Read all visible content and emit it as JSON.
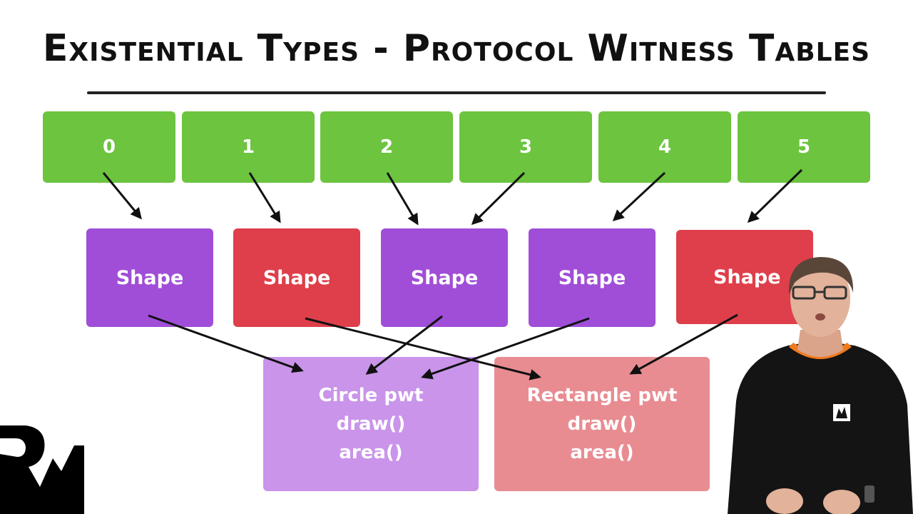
{
  "title": "Existential Types - Protocol Witness Tables",
  "slots": [
    {
      "label": "0"
    },
    {
      "label": "1"
    },
    {
      "label": "2"
    },
    {
      "label": "3"
    },
    {
      "label": "4"
    },
    {
      "label": "5"
    }
  ],
  "shapes": [
    {
      "label": "Shape",
      "color": "#a04ed8"
    },
    {
      "label": "Shape",
      "color": "#de3f4a"
    },
    {
      "label": "Shape",
      "color": "#a04ed8"
    },
    {
      "label": "Shape",
      "color": "#a04ed8"
    },
    {
      "label": "Shape",
      "color": "#de3f4a"
    }
  ],
  "witness_tables": [
    {
      "title": "Circle pwt",
      "methods": [
        "draw()",
        "area()"
      ],
      "color": "#c994ea"
    },
    {
      "title": "Rectangle pwt",
      "methods": [
        "draw()",
        "area()"
      ],
      "color": "#e88c92"
    }
  ],
  "colors": {
    "slot": "#6cc43f",
    "arrow": "#111111",
    "text": "#111111"
  },
  "icons": {
    "logo": "raywenderlich-logo",
    "presenter": "presenter-video"
  }
}
